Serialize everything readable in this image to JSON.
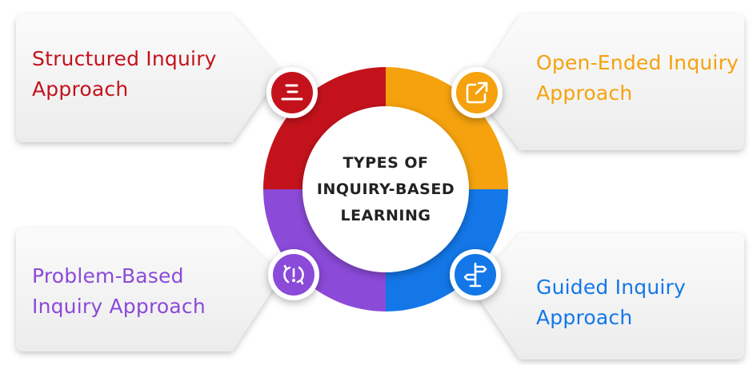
{
  "colors": {
    "red": "#c4121c",
    "orange": "#f5a20e",
    "blue": "#1377e8",
    "purple": "#8b4ad8",
    "card": "#f2f2f2",
    "text_dark": "#222222"
  },
  "center": {
    "line1": "TYPES OF",
    "line2": "INQUIRY-BASED",
    "line3": "LEARNING"
  },
  "items": [
    {
      "position": "top-left",
      "line1": "Structured Inquiry",
      "line2": "Approach",
      "color": "#c4121c",
      "icon": "list-lines-icon"
    },
    {
      "position": "top-right",
      "line1": "Open-Ended Inquiry",
      "line2": "Approach",
      "color": "#f5a20e",
      "icon": "external-link-icon"
    },
    {
      "position": "bottom-left",
      "line1": "Problem-Based",
      "line2": "Inquiry Approach",
      "color": "#8b4ad8",
      "icon": "refresh-alert-icon"
    },
    {
      "position": "bottom-right",
      "line1": "Guided Inquiry",
      "line2": "Approach",
      "color": "#1377e8",
      "icon": "signpost-icon"
    }
  ]
}
